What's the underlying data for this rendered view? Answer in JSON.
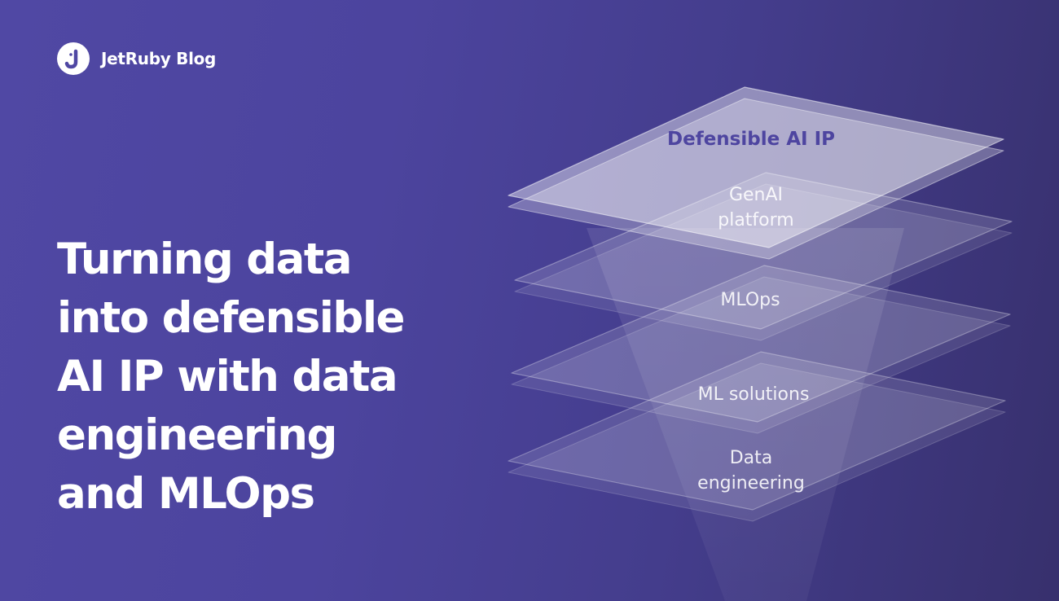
{
  "brand": {
    "name": "JetRuby Blog",
    "logo_letter": "J",
    "logo_color": "#4f47a3"
  },
  "headline": {
    "lines": [
      "Turning data",
      "into defensible",
      "AI IP with data",
      "engineering",
      "and MLOps"
    ]
  },
  "layers": [
    {
      "name": "Defensible AI IP",
      "lines": [
        "Defensible AI IP"
      ]
    },
    {
      "name": "GenAI platform",
      "lines": [
        "GenAI",
        "platform"
      ]
    },
    {
      "name": "MLOps",
      "lines": [
        "MLOps"
      ]
    },
    {
      "name": "ML solutions",
      "lines": [
        "ML solutions"
      ]
    },
    {
      "name": "Data engineering",
      "lines": [
        "Data",
        "engineering"
      ]
    }
  ],
  "colors": {
    "background_left": "#5048a4",
    "background_right": "#37306d",
    "accent_text": "#4e45a0",
    "text": "#ffffff"
  }
}
